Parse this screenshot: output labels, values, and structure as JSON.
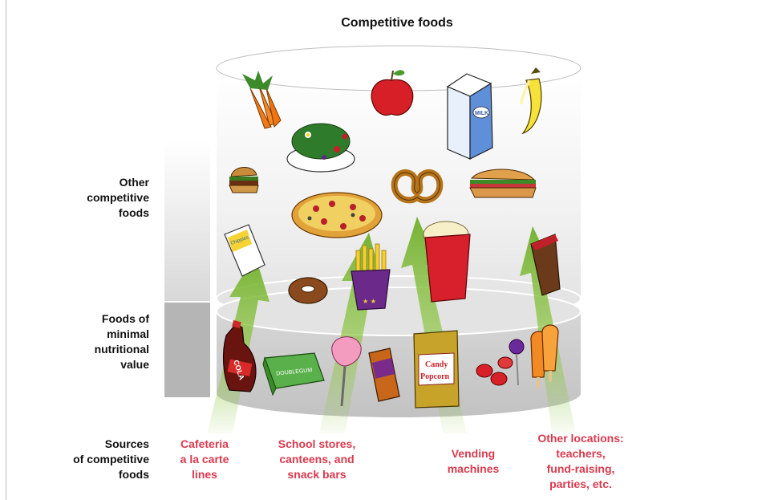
{
  "title": "Competitive foods",
  "labels": {
    "other": [
      "Other",
      "competitive",
      "foods"
    ],
    "minimal": [
      "Foods of",
      "minimal",
      "nutritional",
      "value"
    ],
    "sources": [
      "Sources",
      "of competitive",
      "foods"
    ]
  },
  "sources": [
    {
      "lines": [
        "Cafeteria",
        "a la carte",
        "lines"
      ]
    },
    {
      "lines": [
        "School stores,",
        "canteens, and",
        "snack bars"
      ]
    },
    {
      "lines": [
        "Vending",
        "machines"
      ]
    },
    {
      "lines": [
        "Other locations:",
        "teachers,",
        "fund-raising,",
        "parties, etc."
      ]
    }
  ],
  "product_text": {
    "milk": "MILK",
    "cola": "COLA",
    "gum": "DOUBLEGUM",
    "popcorn": [
      "Candy",
      "Popcorn"
    ],
    "chips": "Chippies"
  },
  "colors": {
    "source_text": "#d93a4e",
    "arrow": "#8cc63f",
    "cylinder_grey": "#c8c8c8"
  }
}
